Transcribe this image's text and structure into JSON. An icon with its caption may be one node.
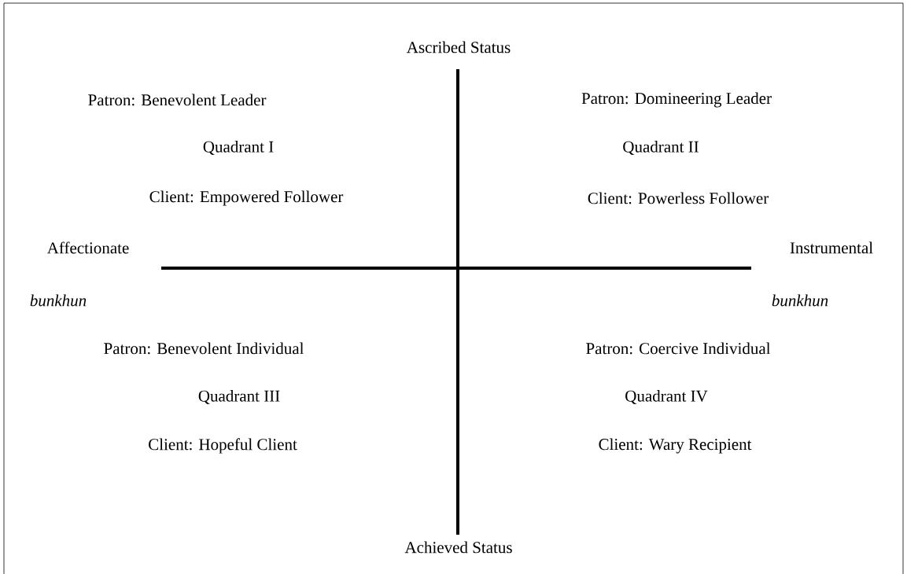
{
  "diagram": {
    "labels": [
      "Ascribed Status",
      "Patron: Benevolent Leader",
      "Patron: Domineering Leader",
      "Quadrant I",
      "Quadrant II",
      "Client: Empowered Follower",
      "Client: Powerless Follower",
      "Affectionate",
      "Instrumental",
      "bunkhun",
      "bunkhun",
      "Patron: Benevolent Individual",
      "Patron: Coercive Individual",
      "Quadrant III",
      "Quadrant IV",
      "Client: Hopeful Client",
      "Client: Wary Recipient",
      "Achieved Status"
    ]
  }
}
